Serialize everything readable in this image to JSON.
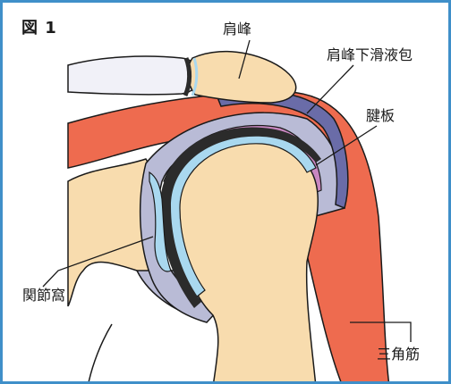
{
  "figure": {
    "number_label": "図 1",
    "labels": {
      "acromion": "肩峰",
      "subacromial_bursa": "肩峰下滑液包",
      "tendon_plate": "腱板",
      "glenoid": "関節窩",
      "deltoid": "三角筋"
    },
    "colors": {
      "frame": "#3f8fc9",
      "bone": "#f8dcae",
      "deltoid_muscle": "#ee6b4f",
      "capsule": "#b9bbd6",
      "bursa": "#6a6ca8",
      "tendon": "#c987c1",
      "cartilage": "#a9d8ef",
      "joint_space": "#2b2b2b"
    }
  }
}
